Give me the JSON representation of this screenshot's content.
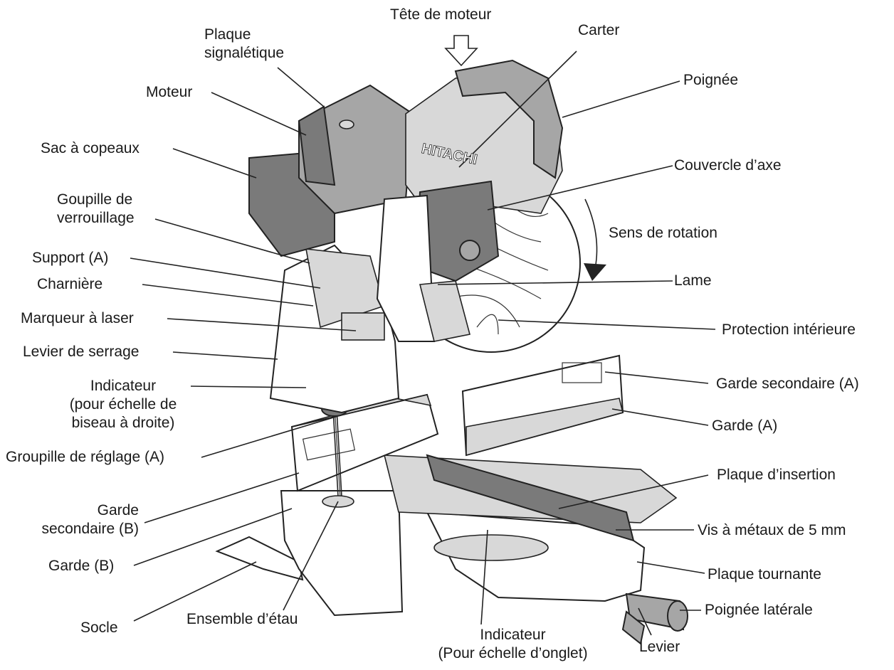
{
  "labels": {
    "tete_moteur": "Tête de moteur",
    "carter": "Carter",
    "plaque_signaletique": [
      "Plaque",
      "signalétique"
    ],
    "poignee": "Poignée",
    "moteur": "Moteur",
    "sac_copeaux": "Sac à copeaux",
    "couvercle_axe": "Couvercle d’axe",
    "goupille_verrouillage": [
      "Goupille de",
      "verrouillage"
    ],
    "sens_rotation": "Sens de rotation",
    "support_a": "Support (A)",
    "lame": "Lame",
    "charniere": "Charnière",
    "marqueur_laser": "Marqueur à laser",
    "protection_interieure": "Protection intérieure",
    "levier_serrage": "Levier de serrage",
    "indicateur_biseau": [
      "Indicateur",
      "(pour échelle de",
      "biseau à droite)"
    ],
    "garde_secondaire_a": "Garde secondaire (A)",
    "garde_a": "Garde (A)",
    "groupille_reglage": "Groupille de réglage (A)",
    "plaque_insertion": "Plaque d’insertion",
    "garde_secondaire_b": [
      "Garde",
      "secondaire (B)"
    ],
    "vis_metaux": "Vis à métaux de 5 mm",
    "garde_b": "Garde (B)",
    "plaque_tournante": "Plaque tournante",
    "socle": "Socle",
    "ensemble_etau": "Ensemble d’étau",
    "poignee_laterale": "Poignée latérale",
    "indicateur_onglet": [
      "Indicateur",
      "(Pour échelle d’onglet)"
    ],
    "levier": "Levier",
    "brand": "HITACHI"
  }
}
